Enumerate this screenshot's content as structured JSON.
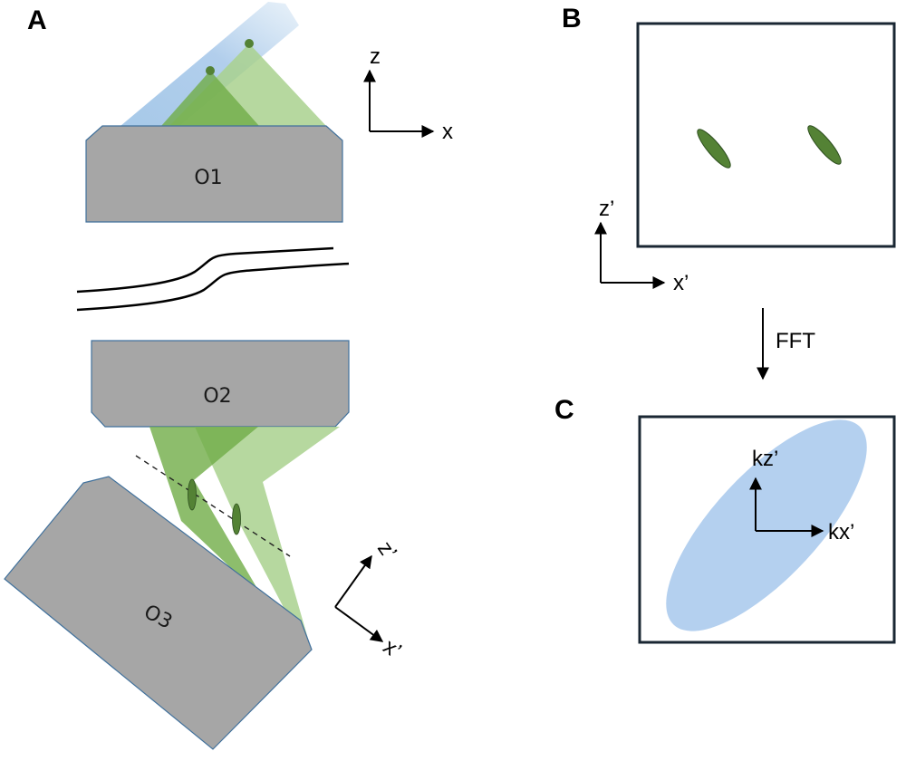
{
  "panels": {
    "a": "A",
    "b": "B",
    "c": "C"
  },
  "objectives": {
    "o1": "O1",
    "o2": "O2",
    "o3": "O3"
  },
  "axes_a_top": {
    "z": "z",
    "x": "x"
  },
  "axes_a_bottom": {
    "z": "z’",
    "x": "x’"
  },
  "axes_b": {
    "z": "z’",
    "x": "x’"
  },
  "axes_c": {
    "z": "kz’",
    "x": "kx’"
  },
  "fft_label": "FFT",
  "colors": {
    "objective_fill": "#a6a6a6",
    "objective_stroke": "#41719c",
    "light_green": "#a9d18e",
    "dark_green": "#70ad47",
    "spot_green": "#548235",
    "light_blue": "#bdd7ee",
    "otf_blue": "#b4d0ef",
    "frame": "#1a2733"
  }
}
